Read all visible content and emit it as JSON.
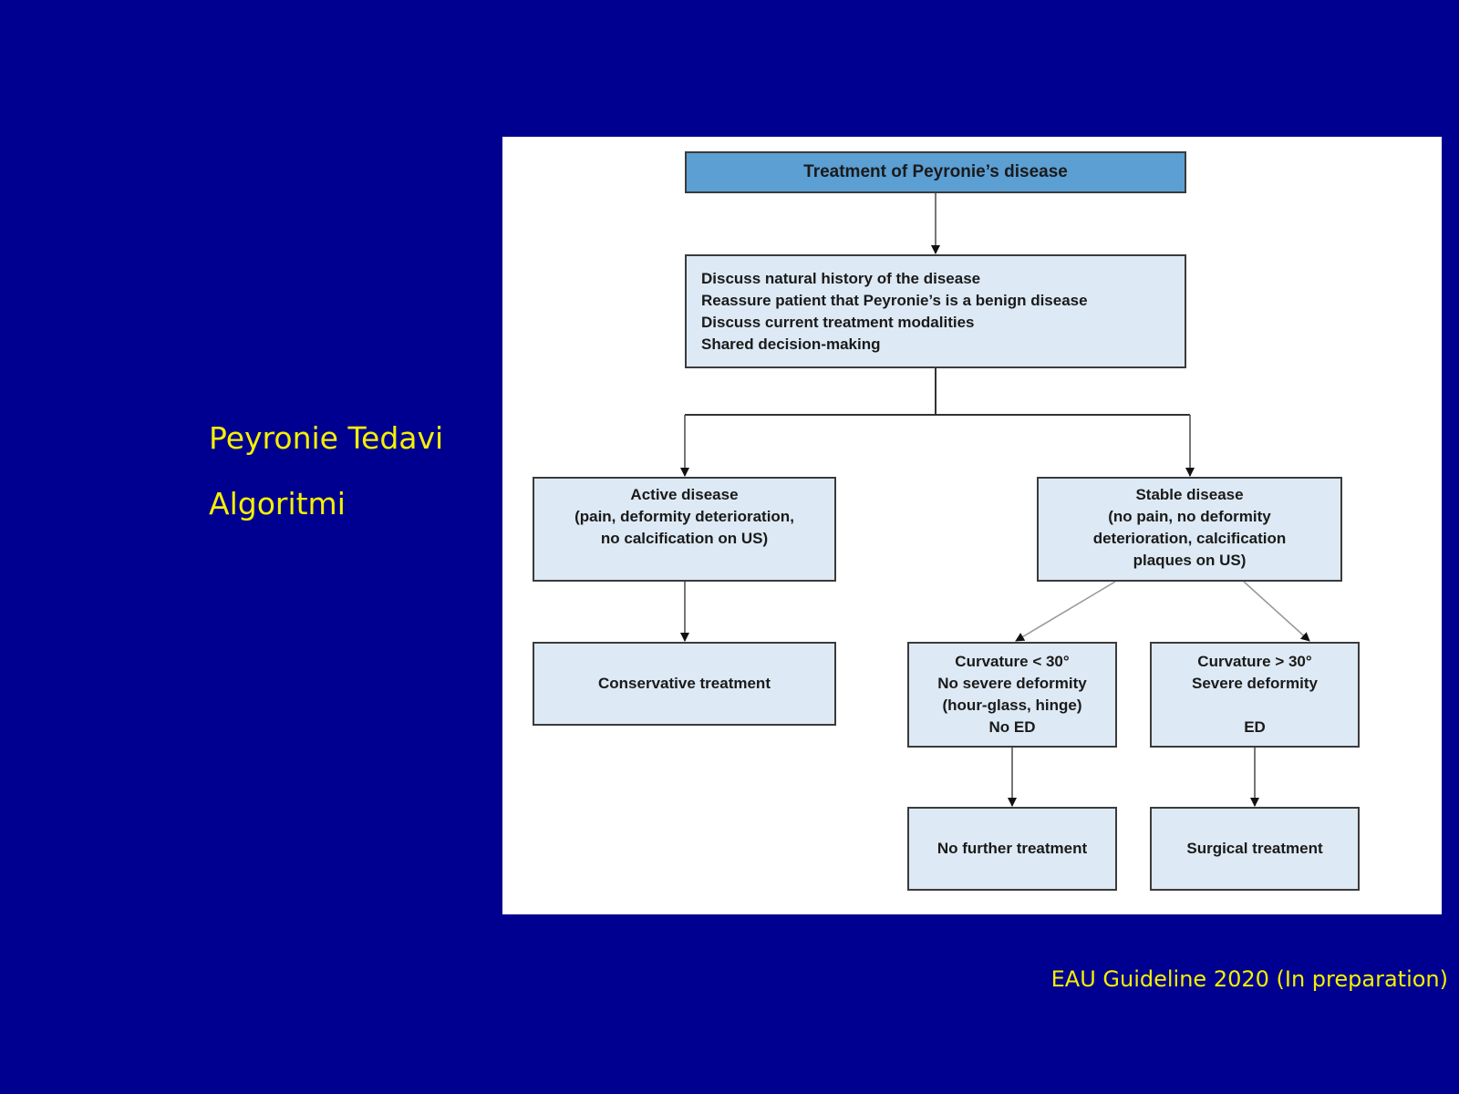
{
  "slide": {
    "title_line1": "Peyronie Tedavi",
    "title_line2": "Algoritmi",
    "citation": "EAU Guideline 2020 (In preparation)"
  },
  "colors": {
    "background": "#000090",
    "title_text": "#f4f000",
    "box_fill": "#dde9f4",
    "header_fill": "#5b9fd3"
  },
  "flowchart": {
    "title": "Treatment of Peyronie’s disease",
    "discuss_lines": [
      "Discuss natural history of the disease",
      "Reassure patient that Peyronie’s is a benign disease",
      "Discuss current treatment modalities",
      "Shared decision-making"
    ],
    "active": {
      "heading": "Active disease",
      "lines": [
        "(pain, deformity deterioration,",
        "no calcification on US)"
      ]
    },
    "stable": {
      "heading": "Stable disease",
      "lines": [
        "(no pain, no deformity",
        "deterioration, calcification",
        "plaques on US)"
      ]
    },
    "conservative": "Conservative treatment",
    "curvature_low": [
      "Curvature < 30°",
      "No severe deformity",
      "(hour-glass, hinge)",
      "No ED"
    ],
    "curvature_high": [
      "Curvature > 30°",
      "Severe deformity",
      "",
      "ED"
    ],
    "no_further": "No further treatment",
    "surgical": "Surgical treatment"
  }
}
